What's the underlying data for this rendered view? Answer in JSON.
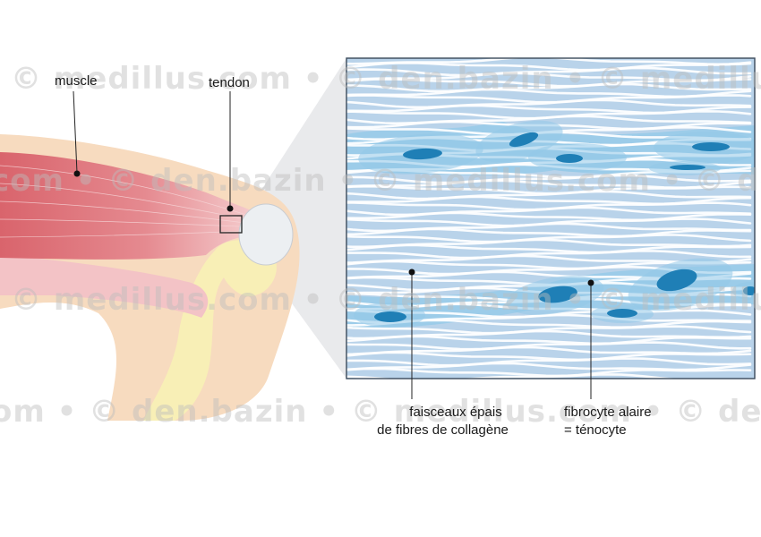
{
  "labels": {
    "muscle": "muscle",
    "tendon": "tendon",
    "faisceaux_line1": "faisceaux épais",
    "faisceaux_line2": "de fibres de collagène",
    "fibrocyte_line1": "fibrocyte alaire",
    "fibrocyte_line2": "= ténocyte"
  },
  "watermark": {
    "row1": "© medillus.com • © den.bazin • © medillus.com",
    "row2": "com • © den.bazin • © medillus.com • © den.bazin",
    "row3": "© medillus.com • © den.bazin • © medillus.com",
    "row4": "om • © den.bazin • © medillus.com • © den.bazi"
  },
  "colors": {
    "muscle": "#d9646c",
    "muscle_light": "#f1b7ba",
    "skin": "#f7dbbf",
    "bone": "#f8efb6",
    "tissue_bg": "#b9d3ea",
    "fiber": "#ffffff",
    "cell_body": "#93c9e8",
    "nucleus": "#1f7fb6",
    "frame": "#3a4a5a"
  }
}
